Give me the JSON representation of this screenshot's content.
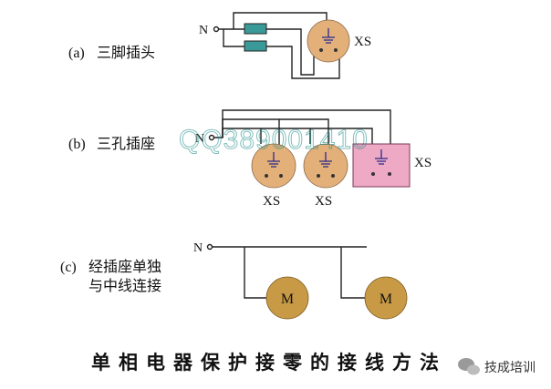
{
  "sections": {
    "a": {
      "tag": "(a)",
      "name": "三脚插头",
      "neutral": "N",
      "socket": "XS"
    },
    "b": {
      "tag": "(b)",
      "name": "三孔插座",
      "neutral": "N",
      "socket_1": "XS",
      "socket_2": "XS",
      "socket_3": "XS"
    },
    "c": {
      "tag": "(c)",
      "name_line1": "经插座单独",
      "name_line2": "与中线连接",
      "neutral": "N",
      "motor_1": "M",
      "motor_2": "M"
    }
  },
  "caption": "单相电器保护接零的接线方法",
  "watermark": {
    "text": "QQ389001410",
    "color": "#1a8a86"
  },
  "badge": {
    "text": "技成培训"
  },
  "colors": {
    "wire": "#222222",
    "fuse": "#3a9a9a",
    "socket": "#e3b07a",
    "box": "#eea9c4",
    "motor": "#c99a45",
    "ground": "#2a2a8c"
  }
}
